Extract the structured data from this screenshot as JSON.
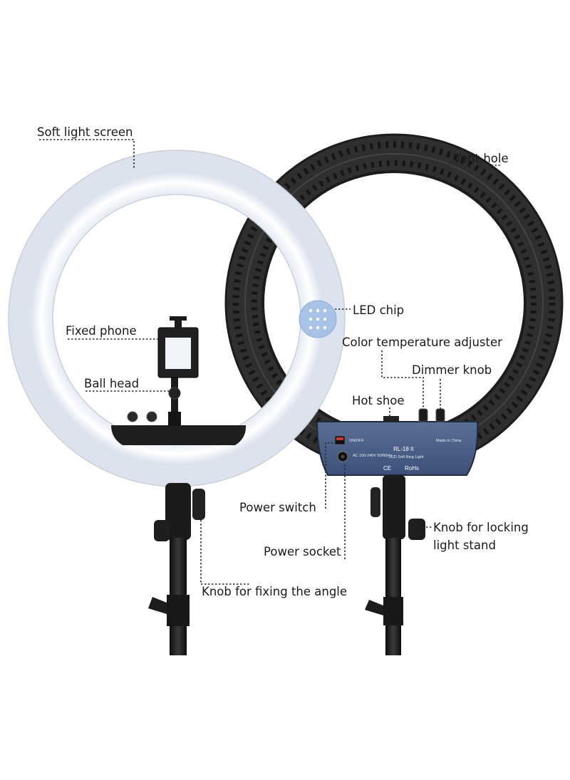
{
  "labels": {
    "soft_light_screen": "Soft light screen",
    "vent_hole": "Vent hole",
    "led_chip": "LED chip",
    "color_temperature_adjuster": "Color temperature adjuster",
    "dimmer_knob": "Dimmer knob",
    "hot_shoe": "Hot shoe",
    "fixed_phone": "Fixed phone",
    "ball_head": "Ball head",
    "power_switch": "Power switch",
    "power_socket": "Power socket",
    "knob_locking_line1": "Knob for locking",
    "knob_locking_line2": "light stand",
    "knob_fixing_angle": "Knob for fixing the angle"
  },
  "panel": {
    "model": "RL-18 II",
    "switch_text": "ON/OFF",
    "socket_text": "AC 100-240V 50/60Hz",
    "made_in": "Made in China",
    "desc": "LED Soft Ring Light",
    "ce": "CE",
    "rohs": "RoHs"
  },
  "colors": {
    "ring_front": "#f7f9fc",
    "ring_back": "#2f2f2f",
    "panel": "#4a5f86",
    "led_chip": "#a9c3e6",
    "stand": "#161616"
  }
}
